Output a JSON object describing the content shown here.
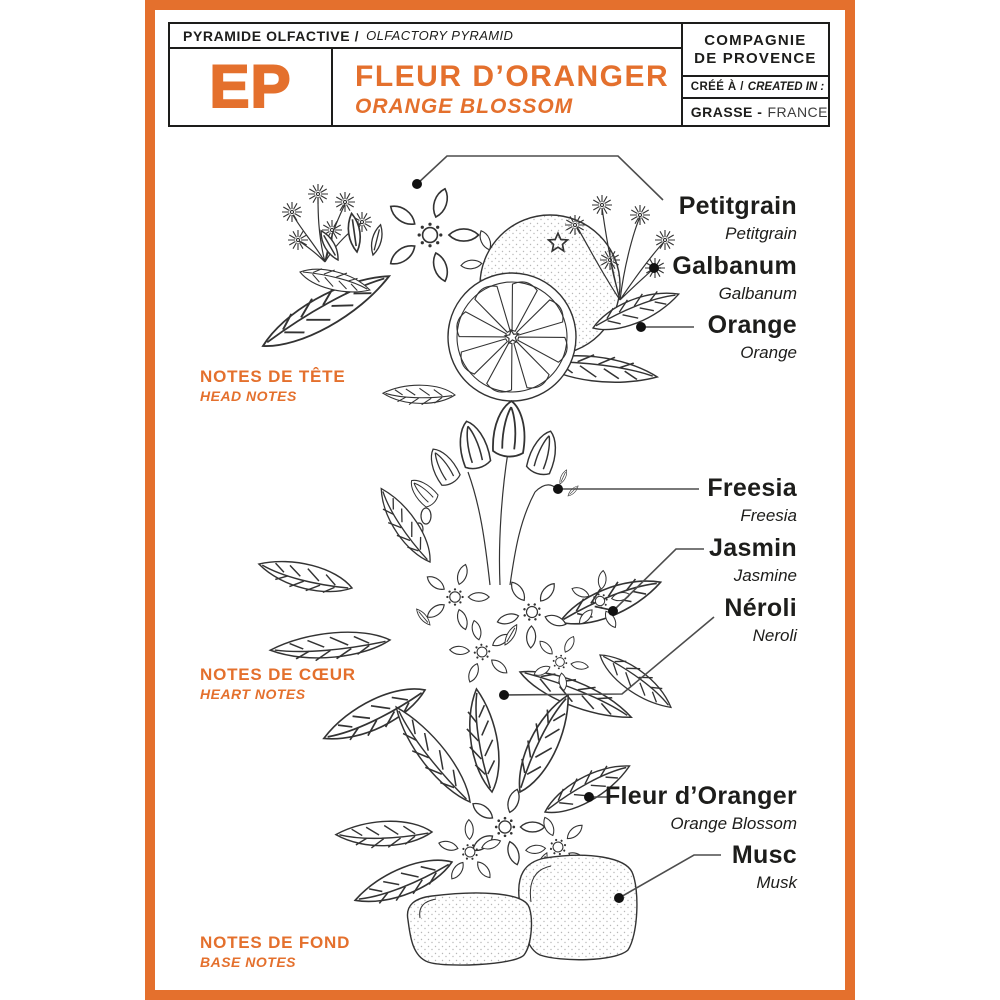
{
  "colors": {
    "accent": "#e4702d",
    "ink": "#1d1d1b"
  },
  "header": {
    "kicker_fr": "PYRAMIDE OLFACTIVE /",
    "kicker_en": "OLFACTORY PYRAMID",
    "logo": "EP",
    "title_fr": "FLEUR D’ORANGER",
    "title_en": "ORANGE BLOSSOM",
    "brand_line1": "COMPAGNIE",
    "brand_line2": "DE PROVENCE",
    "created_fr": "CRÉÉ À /",
    "created_en": "CREATED IN :",
    "place_city": "GRASSE -",
    "place_country": "FRANCE"
  },
  "sections": [
    {
      "title_fr": "NOTES DE TÊTE",
      "title_en": "HEAD NOTES",
      "notes": [
        {
          "fr": "Petitgrain",
          "en": "Petitgrain"
        },
        {
          "fr": "Galbanum",
          "en": "Galbanum"
        },
        {
          "fr": "Orange",
          "en": "Orange"
        }
      ]
    },
    {
      "title_fr": "NOTES DE CŒUR",
      "title_en": "HEART NOTES",
      "notes": [
        {
          "fr": "Freesia",
          "en": "Freesia"
        },
        {
          "fr": "Jasmin",
          "en": "Jasmine"
        },
        {
          "fr": "Néroli",
          "en": "Neroli"
        }
      ]
    },
    {
      "title_fr": "NOTES DE FOND",
      "title_en": "BASE NOTES",
      "notes": [
        {
          "fr": "Fleur d’Oranger",
          "en": "Orange Blossom"
        },
        {
          "fr": "Musc",
          "en": "Musk"
        }
      ]
    }
  ]
}
